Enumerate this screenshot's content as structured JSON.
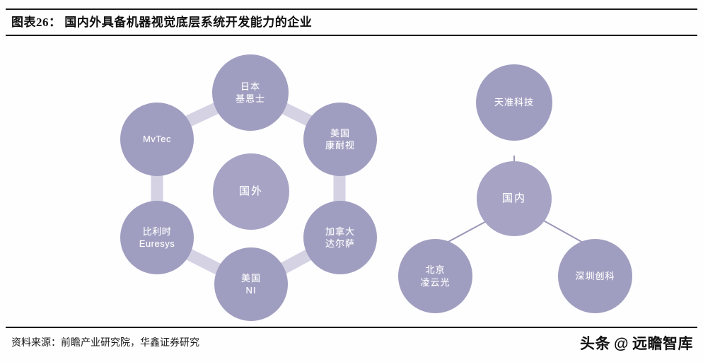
{
  "figure": {
    "title": "图表26： 国内外具备机器视觉底层系统开发能力的企业",
    "source_note": "资料来源：前瞻产业研究院，华鑫证券研究"
  },
  "watermark": {
    "prefix": "头条",
    "at": "@",
    "handle": "远瞻智库"
  },
  "colors": {
    "node_fill": "#a09ec0",
    "hub_fill": "#a6a3c5",
    "ring_stroke": "#b9b6d2",
    "spoke_stroke": "#9a97b8",
    "label_text": "#ffffff",
    "rule": "#1a1a1a",
    "background": "#fefeff"
  },
  "overseas_cluster": {
    "hub": {
      "label": "国外",
      "lines": [
        "国外"
      ]
    },
    "nodes": [
      {
        "id": "keyence",
        "lines": [
          "日本",
          "基恩士"
        ]
      },
      {
        "id": "cognex",
        "lines": [
          "美国",
          "康耐视"
        ]
      },
      {
        "id": "dalsa",
        "lines": [
          "加拿大",
          "达尔萨"
        ]
      },
      {
        "id": "ni",
        "lines": [
          "美国",
          "NI"
        ]
      },
      {
        "id": "euresys",
        "lines": [
          "比利时",
          "Euresys"
        ]
      },
      {
        "id": "mvtec",
        "lines": [
          "MvTec"
        ]
      }
    ]
  },
  "domestic_cluster": {
    "hub": {
      "label": "国内",
      "lines": [
        "国内"
      ]
    },
    "nodes": [
      {
        "id": "tztek",
        "lines": [
          "天准科技"
        ]
      },
      {
        "id": "shenzhen-chuangke",
        "lines": [
          "深圳创科"
        ]
      },
      {
        "id": "beijing-luster",
        "lines": [
          "北京",
          "凌云光"
        ]
      }
    ]
  }
}
